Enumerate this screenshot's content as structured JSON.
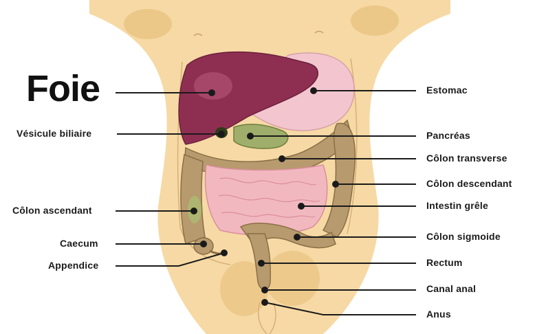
{
  "title": "Foie",
  "labels": {
    "vesicule": "Vésicule biliaire",
    "colon_ascendant": "Côlon ascendant",
    "caecum": "Caecum",
    "appendice": "Appendice",
    "estomac": "Estomac",
    "pancreas": "Pancréas",
    "colon_transverse": "Côlon transverse",
    "colon_descendant": "Côlon descendant",
    "intestin_grele": "Intestin grêle",
    "colon_sigmoide": "Côlon sigmoide",
    "rectum": "Rectum",
    "canal_anal": "Canal anal",
    "anus": "Anus"
  },
  "colors": {
    "skin": "#f6d9a4",
    "skin_shadow": "#e8c07c",
    "liver": "#8e2f52",
    "stomach": "#f3c6cf",
    "intestine": "#f2b8c0",
    "colon": "#b79a6e",
    "gallbladder": "#4f6b2a",
    "pancreas": "#9fae6a",
    "leader_line": "#1a1a1a"
  }
}
